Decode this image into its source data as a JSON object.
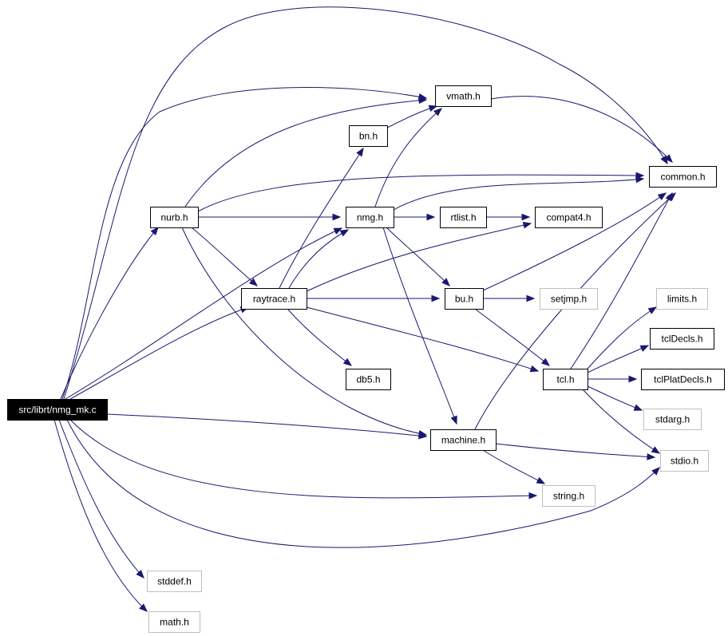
{
  "graph": {
    "colors": {
      "edge": "#191970",
      "root_fill": "#000000",
      "external_border": "#bfbfbf"
    },
    "nodes": [
      {
        "id": "nmg_mk",
        "label": "src/librt/nmg_mk.c",
        "style": "root"
      },
      {
        "id": "nurb",
        "label": "nurb.h",
        "style": "normal"
      },
      {
        "id": "vmath",
        "label": "vmath.h",
        "style": "normal"
      },
      {
        "id": "bn",
        "label": "bn.h",
        "style": "normal"
      },
      {
        "id": "common",
        "label": "common.h",
        "style": "normal"
      },
      {
        "id": "nmg",
        "label": "nmg.h",
        "style": "normal"
      },
      {
        "id": "rtlist",
        "label": "rtlist.h",
        "style": "normal"
      },
      {
        "id": "compat4",
        "label": "compat4.h",
        "style": "normal"
      },
      {
        "id": "raytrace",
        "label": "raytrace.h",
        "style": "normal"
      },
      {
        "id": "bu",
        "label": "bu.h",
        "style": "normal"
      },
      {
        "id": "setjmp",
        "label": "setjmp.h",
        "style": "external"
      },
      {
        "id": "limits",
        "label": "limits.h",
        "style": "external"
      },
      {
        "id": "tclDecls",
        "label": "tclDecls.h",
        "style": "normal"
      },
      {
        "id": "db5",
        "label": "db5.h",
        "style": "normal"
      },
      {
        "id": "tcl",
        "label": "tcl.h",
        "style": "normal"
      },
      {
        "id": "tclPlatDecls",
        "label": "tclPlatDecls.h",
        "style": "normal"
      },
      {
        "id": "stdarg",
        "label": "stdarg.h",
        "style": "external"
      },
      {
        "id": "machine",
        "label": "machine.h",
        "style": "normal"
      },
      {
        "id": "stdio",
        "label": "stdio.h",
        "style": "external"
      },
      {
        "id": "string",
        "label": "string.h",
        "style": "external"
      },
      {
        "id": "stddef",
        "label": "stddef.h",
        "style": "external"
      },
      {
        "id": "math",
        "label": "math.h",
        "style": "external"
      }
    ],
    "edges": [
      {
        "from": "nmg_mk",
        "to": "common"
      },
      {
        "from": "nmg_mk",
        "to": "vmath"
      },
      {
        "from": "nmg_mk",
        "to": "nurb"
      },
      {
        "from": "nmg_mk",
        "to": "nmg"
      },
      {
        "from": "nmg_mk",
        "to": "raytrace"
      },
      {
        "from": "nmg_mk",
        "to": "machine"
      },
      {
        "from": "nmg_mk",
        "to": "string"
      },
      {
        "from": "nmg_mk",
        "to": "stdio"
      },
      {
        "from": "nmg_mk",
        "to": "stddef"
      },
      {
        "from": "nmg_mk",
        "to": "math"
      },
      {
        "from": "nurb",
        "to": "vmath"
      },
      {
        "from": "nurb",
        "to": "common"
      },
      {
        "from": "nurb",
        "to": "nmg"
      },
      {
        "from": "nurb",
        "to": "raytrace"
      },
      {
        "from": "nurb",
        "to": "machine"
      },
      {
        "from": "bn",
        "to": "vmath"
      },
      {
        "from": "vmath",
        "to": "common"
      },
      {
        "from": "nmg",
        "to": "vmath"
      },
      {
        "from": "nmg",
        "to": "common"
      },
      {
        "from": "nmg",
        "to": "rtlist"
      },
      {
        "from": "nmg",
        "to": "bu"
      },
      {
        "from": "nmg",
        "to": "machine"
      },
      {
        "from": "rtlist",
        "to": "compat4"
      },
      {
        "from": "raytrace",
        "to": "bn"
      },
      {
        "from": "raytrace",
        "to": "nmg"
      },
      {
        "from": "raytrace",
        "to": "compat4"
      },
      {
        "from": "raytrace",
        "to": "bu"
      },
      {
        "from": "raytrace",
        "to": "tcl"
      },
      {
        "from": "raytrace",
        "to": "db5"
      },
      {
        "from": "bu",
        "to": "common"
      },
      {
        "from": "bu",
        "to": "setjmp"
      },
      {
        "from": "bu",
        "to": "tcl"
      },
      {
        "from": "tcl",
        "to": "common"
      },
      {
        "from": "tcl",
        "to": "limits"
      },
      {
        "from": "tcl",
        "to": "tclDecls"
      },
      {
        "from": "tcl",
        "to": "tclPlatDecls"
      },
      {
        "from": "tcl",
        "to": "stdarg"
      },
      {
        "from": "tcl",
        "to": "stdio"
      },
      {
        "from": "machine",
        "to": "common"
      },
      {
        "from": "machine",
        "to": "stdio"
      },
      {
        "from": "machine",
        "to": "string"
      }
    ]
  }
}
